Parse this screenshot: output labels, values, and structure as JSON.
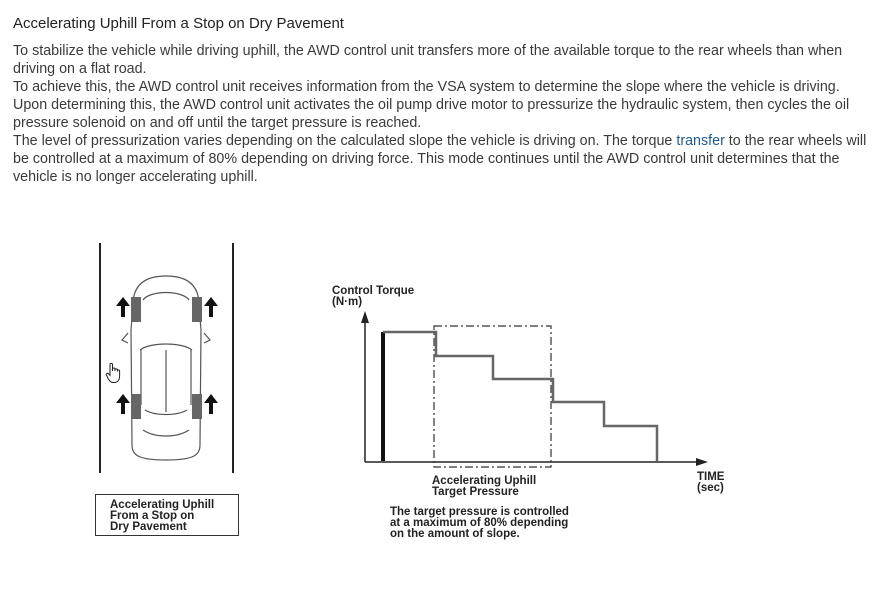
{
  "title": "Accelerating Uphill From a Stop on Dry Pavement",
  "paragraphs": [
    {
      "text": "To stabilize the vehicle while driving uphill, the AWD control unit transfers more of the available torque to the rear wheels than when driving on a flat road."
    },
    {
      "text": "To achieve this, the AWD control unit receives information from the VSA system to determine the slope where the vehicle is driving."
    },
    {
      "text": "Upon determining this, the AWD control unit activates the oil pump drive motor to pressurize the hydraulic system, then cycles the oil pressure solenoid on and off until the target pressure is reached."
    },
    {
      "before": "The level of pressurization varies depending on the calculated slope the vehicle is driving on. The torque ",
      "link": "transfer",
      "after": " to the rear wheels will be controlled at a maximum of 80% depending on driving force. This mode continues until the AWD control unit determines that the vehicle is no longer accelerating uphill."
    }
  ],
  "figure": {
    "car_caption": [
      "Accelerating Uphill",
      "From a Stop on",
      "Dry Pavement"
    ],
    "y_axis_label": [
      "Control Torque",
      "(N·m)"
    ],
    "x_axis_label": [
      "TIME",
      "(sec)"
    ],
    "target_label": [
      "Accelerating Uphill",
      "Target Pressure"
    ],
    "note": [
      "The target pressure is controlled",
      "at a maximum of 80% depending",
      "on the amount of slope."
    ]
  },
  "icons": {
    "cursor": "hand-pointer-icon",
    "arrows": "arrow-up-icon"
  }
}
